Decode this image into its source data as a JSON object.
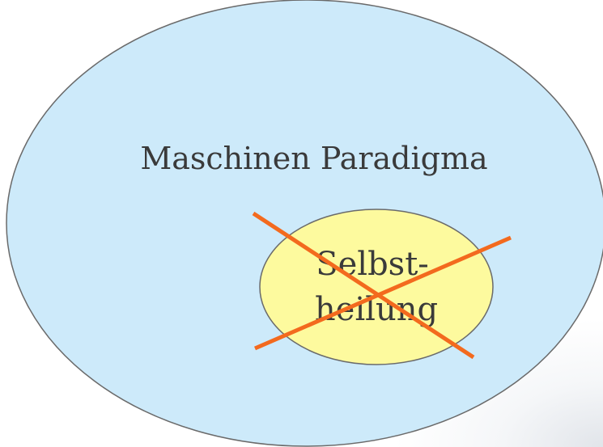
{
  "outer_ellipse": {
    "label": "Maschinen Paradigma",
    "fill_color": "#cdeafa",
    "stroke_color": "#6a6a6a"
  },
  "inner_ellipse": {
    "label_line1": "Selbst-",
    "label_line2": "heilung",
    "fill_color": "#fdfa9e",
    "stroke_color": "#6a6a6a"
  },
  "cross_mark": {
    "color": "#f36a1e",
    "meaning": "crossed-out"
  },
  "text_color": "#3a3a3a"
}
